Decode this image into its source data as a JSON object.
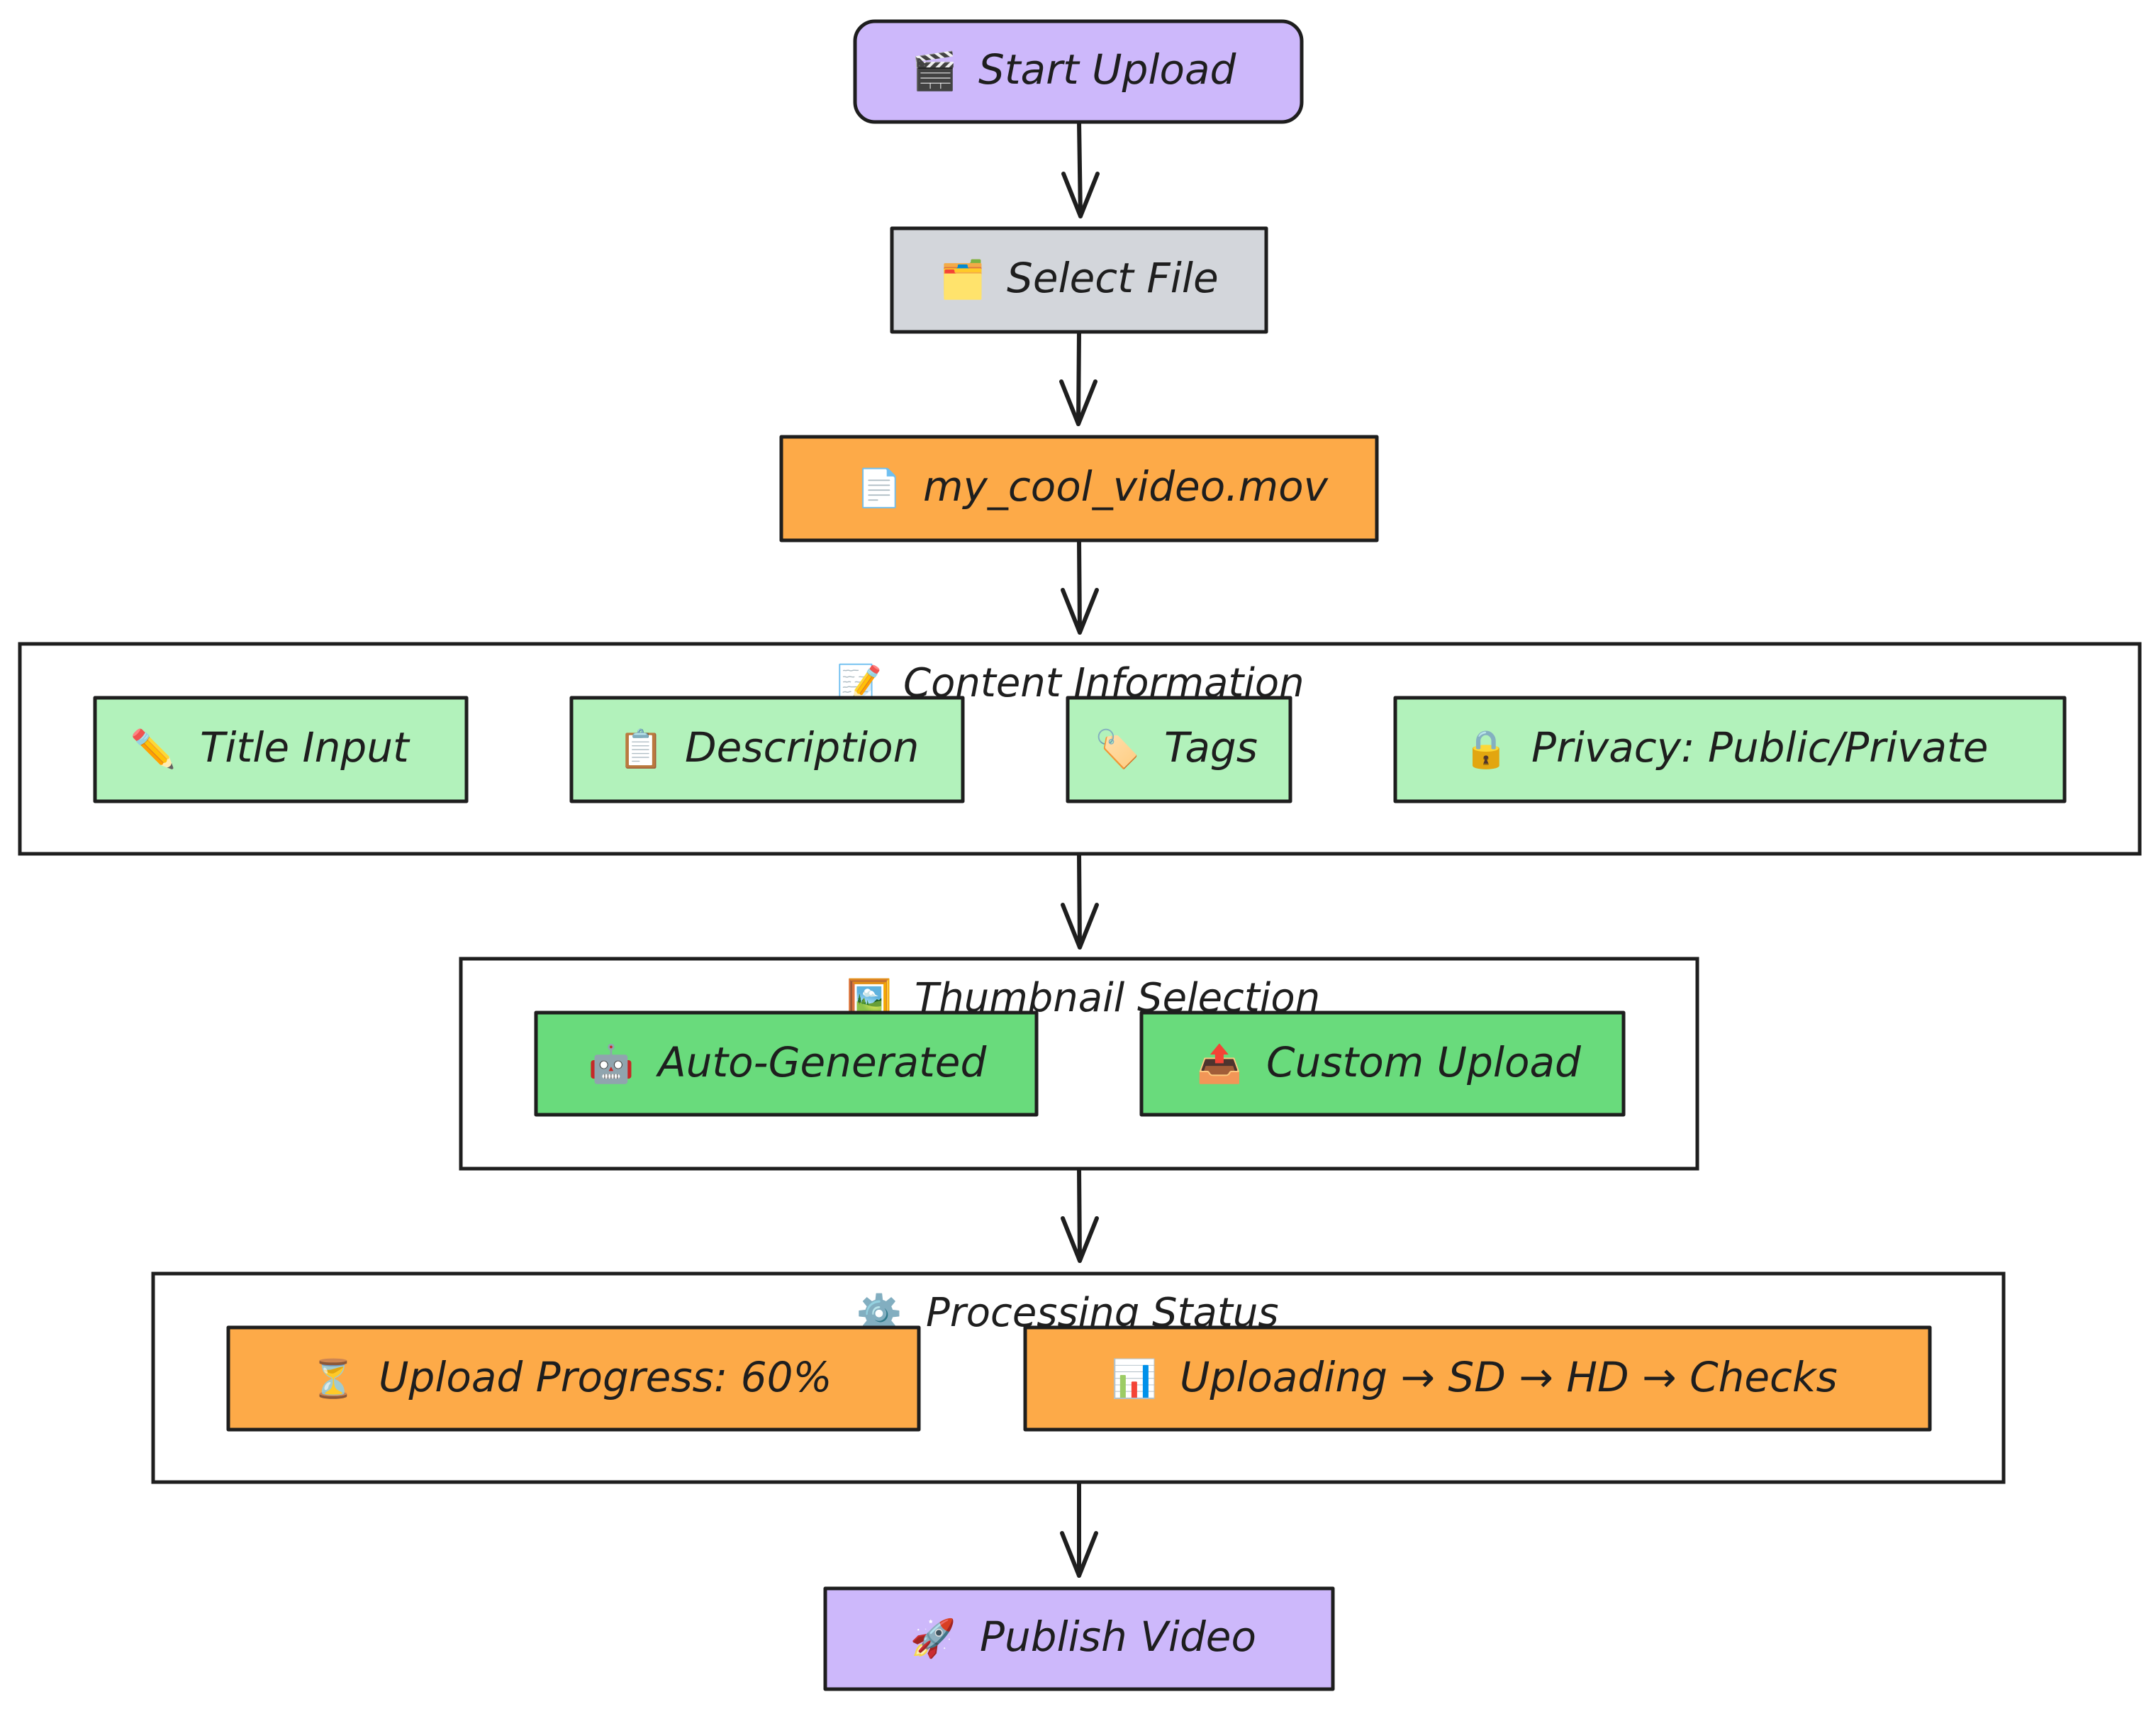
{
  "colors": {
    "purple": "#cdb8fb",
    "gray": "#d3d6db",
    "orange": "#fdaa48",
    "light_green": "#b2f2bb",
    "green": "#69db7c",
    "stroke": "#1e1e1e"
  },
  "nodes": {
    "start_upload": {
      "icon": "clapper-board-icon",
      "glyph": "🎬",
      "label": "Start Upload"
    },
    "select_file": {
      "icon": "card-index-dividers-icon",
      "glyph": "🗂️",
      "label": "Select File"
    },
    "file_name": {
      "icon": "page-icon",
      "glyph": "📄",
      "label": "my_cool_video.mov"
    },
    "title_input": {
      "icon": "pencil-icon",
      "glyph": "✏️",
      "label": "Title Input"
    },
    "description": {
      "icon": "clipboard-icon",
      "glyph": "📋",
      "label": "Description"
    },
    "tags": {
      "icon": "label-tag-icon",
      "glyph": "🏷️",
      "label": "Tags"
    },
    "privacy": {
      "icon": "lock-icon",
      "glyph": "🔒",
      "label": "Privacy: Public/Private"
    },
    "auto_generated": {
      "icon": "robot-icon",
      "glyph": "🤖",
      "label": "Auto-Generated"
    },
    "custom_upload": {
      "icon": "upload-tray-icon",
      "glyph": "📤",
      "label": "Custom Upload"
    },
    "upload_progress": {
      "icon": "hourglass-icon",
      "glyph": "⏳",
      "label": "Upload Progress: 60%"
    },
    "pipeline": {
      "icon": "bar-chart-icon",
      "glyph": "📊",
      "label": "Uploading → SD → HD → Checks"
    },
    "publish": {
      "icon": "rocket-icon",
      "glyph": "🚀",
      "label": "Publish Video"
    }
  },
  "groups": {
    "content_information": {
      "icon": "memo-icon",
      "glyph": "📝",
      "label": "Content Information"
    },
    "thumbnail_selection": {
      "icon": "framed-picture-icon",
      "glyph": "🖼️",
      "label": "Thumbnail Selection"
    },
    "processing_status": {
      "icon": "gear-icon",
      "glyph": "⚙️",
      "label": "Processing Status"
    }
  }
}
